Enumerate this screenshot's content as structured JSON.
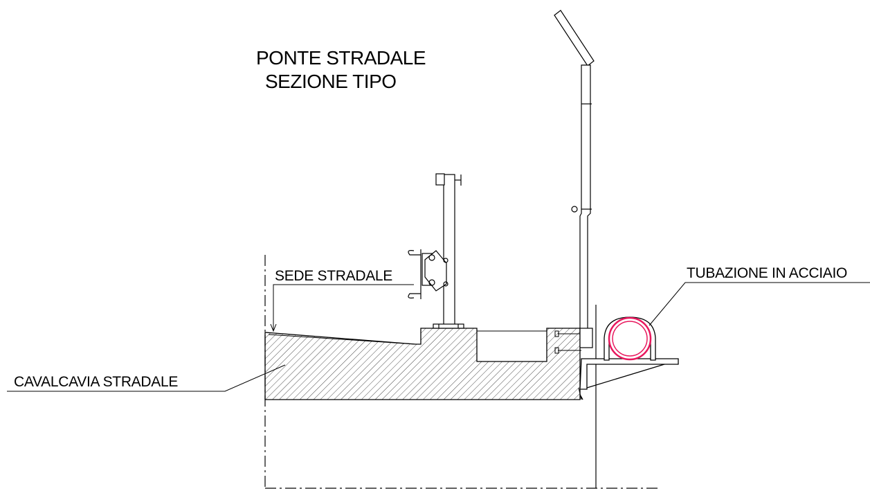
{
  "drawing": {
    "title_line1": "PONTE STRADALE",
    "title_line2": "SEZIONE TIPO"
  },
  "labels": {
    "road_surface": "SEDE STRADALE",
    "overpass": "CAVALCAVIA STRADALE",
    "steel_pipe": "TUBAZIONE IN ACCIAIO"
  },
  "colors": {
    "line": "#000000",
    "hatch": "#000000",
    "pipe": "#e8175d"
  }
}
